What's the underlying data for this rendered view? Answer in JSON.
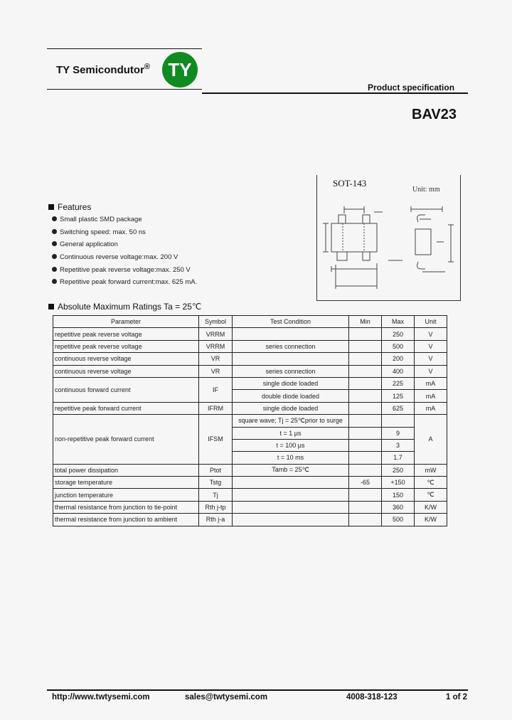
{
  "header": {
    "company": "TY Semicondutor",
    "registered": "®",
    "logo_text": "TY",
    "spec_label": "Product specification",
    "part_number": "BAV23"
  },
  "package": {
    "name": "SOT-143",
    "unit": "Unit: mm"
  },
  "features": {
    "title": "Features",
    "items": [
      "Small plastic SMD package",
      "Switching speed: max. 50 ns",
      "General application",
      "Continuous reverse voltage:max. 200 V",
      "Repetitive peak reverse voltage:max. 250 V",
      "Repetitive peak forward current:max. 625 mA."
    ]
  },
  "ratings": {
    "title": "Absolute Maximum Ratings Ta = 25℃",
    "headers": [
      "Parameter",
      "Symbol",
      "Test Condition",
      "Min",
      "Max",
      "Unit"
    ],
    "rows": [
      {
        "param": "repetitive peak reverse voltage",
        "symbol": "VRRM",
        "cond": "",
        "min": "",
        "max": "250",
        "unit": "V"
      },
      {
        "param": "repetitive peak reverse voltage",
        "symbol": "VRRM",
        "cond": "series connection",
        "min": "",
        "max": "500",
        "unit": "V"
      },
      {
        "param": "continuous reverse voltage",
        "symbol": "VR",
        "cond": "",
        "min": "",
        "max": "200",
        "unit": "V"
      },
      {
        "param": "continuous reverse voltage",
        "symbol": "VR",
        "cond": "series connection",
        "min": "",
        "max": "400",
        "unit": "V"
      },
      {
        "param": "continuous forward current",
        "symbol": "IF",
        "cond": "single diode loaded",
        "min": "",
        "max": "225",
        "unit": "mA"
      },
      {
        "param": "",
        "symbol": "",
        "cond": "double diode loaded",
        "min": "",
        "max": "125",
        "unit": "mA"
      },
      {
        "param": "repetitive peak forward current",
        "symbol": "IFRM",
        "cond": "single diode loaded",
        "min": "",
        "max": "625",
        "unit": "mA"
      },
      {
        "param": "non-repetitive peak forward current",
        "symbol": "IFSM",
        "cond": "square wave; Tj = 25℃prior to surge",
        "min": "",
        "max": "",
        "unit": "A"
      },
      {
        "param": "",
        "symbol": "",
        "cond": "t = 1 μs",
        "min": "",
        "max": "9",
        "unit": ""
      },
      {
        "param": "",
        "symbol": "",
        "cond": "t = 100 μs",
        "min": "",
        "max": "3",
        "unit": ""
      },
      {
        "param": "",
        "symbol": "",
        "cond": "t = 10 ms",
        "min": "",
        "max": "1.7",
        "unit": ""
      },
      {
        "param": "total power dissipation",
        "symbol": "Ptot",
        "cond": "Tamb = 25℃",
        "min": "",
        "max": "250",
        "unit": "mW"
      },
      {
        "param": "storage temperature",
        "symbol": "Tstg",
        "cond": "",
        "min": "-65",
        "max": "+150",
        "unit": "℃"
      },
      {
        "param": "junction temperature",
        "symbol": "Tj",
        "cond": "",
        "min": "",
        "max": "150",
        "unit": "℃"
      },
      {
        "param": "thermal resistance from junction to tie-point",
        "symbol": "Rth j-tp",
        "cond": "",
        "min": "",
        "max": "360",
        "unit": "K/W"
      },
      {
        "param": "thermal resistance from junction to ambient",
        "symbol": "Rth j-a",
        "cond": "",
        "min": "",
        "max": "500",
        "unit": "K/W"
      }
    ]
  },
  "footer": {
    "url": "http://www.twtysemi.com",
    "email": "sales@twtysemi.com",
    "phone": "4008-318-123",
    "page": "1 of 2"
  }
}
